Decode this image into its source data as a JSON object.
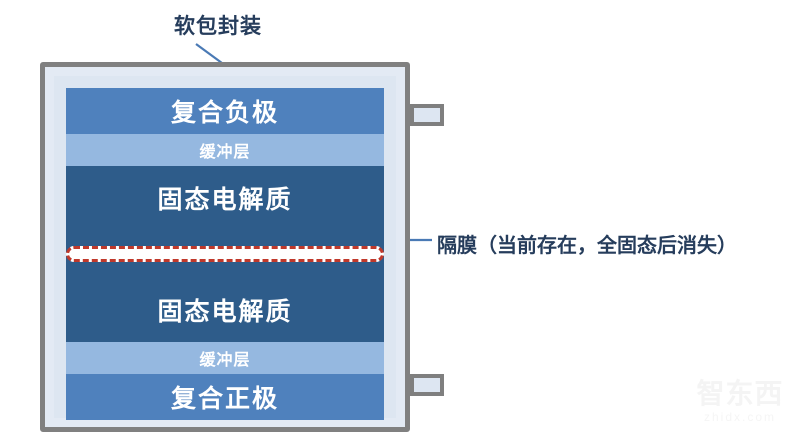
{
  "diagram": {
    "title_callout": {
      "label": "软包封装"
    },
    "annotation": {
      "label": "隔膜（当前存在，全固态后消失）"
    },
    "layers": [
      {
        "label": "复合负极",
        "role": "composite-anode",
        "color": "#4f81bd"
      },
      {
        "label": "缓冲层",
        "role": "buffer-layer-top",
        "color": "#95b8e0"
      },
      {
        "label": "固态电解质",
        "role": "solid-electrolyte-top",
        "color": "#2e5c8a"
      },
      {
        "label": "",
        "role": "separator",
        "color": "#ffffff",
        "border_color": "#c0392b"
      },
      {
        "label": "固态电解质",
        "role": "solid-electrolyte-bottom",
        "color": "#2e5c8a"
      },
      {
        "label": "缓冲层",
        "role": "buffer-layer-bottom",
        "color": "#95b8e0"
      },
      {
        "label": "复合正极",
        "role": "composite-cathode",
        "color": "#4f81bd"
      }
    ],
    "terminals": [
      {
        "name": "negative-terminal-tab"
      },
      {
        "name": "positive-terminal-tab"
      }
    ],
    "colors": {
      "casing_border": "#808080",
      "casing_fill": "#dde6f1",
      "electrode": "#4f81bd",
      "buffer": "#95b8e0",
      "electrolyte": "#2e5c8a",
      "separator_border": "#c0392b",
      "text_navy": "#263d5c",
      "leader_line": "#4a7ab5"
    }
  },
  "watermark": {
    "cn": "智东西",
    "en": "zhidx.com"
  }
}
